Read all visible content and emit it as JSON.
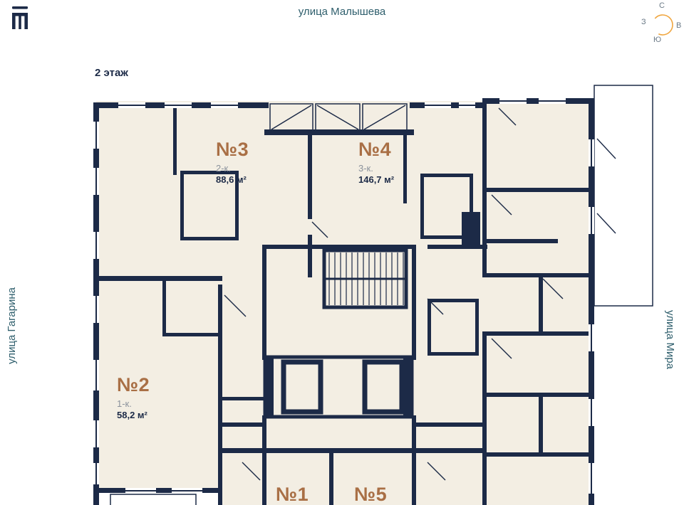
{
  "header": {
    "floor_label": "2 этаж"
  },
  "streets": {
    "top": "улица Малышева",
    "left": "улица Гагарина",
    "right": "улица Мира"
  },
  "compass": {
    "north": "С",
    "west": "З",
    "east": "В",
    "south": "Ю"
  },
  "apartments": [
    {
      "number": "№3",
      "rooms": "2-к.",
      "area": "88,6 м²"
    },
    {
      "number": "№4",
      "rooms": "3-к.",
      "area": "146,7 м²"
    },
    {
      "number": "№2",
      "rooms": "1-к.",
      "area": "58,2 м²"
    },
    {
      "number": "№1"
    },
    {
      "number": "№5"
    }
  ],
  "colors": {
    "wall": "#1c2a47",
    "room": "#f3eee3",
    "accent": "#a96f45",
    "street_label": "#2e5e6c",
    "compass_arc": "#f0a63f"
  }
}
